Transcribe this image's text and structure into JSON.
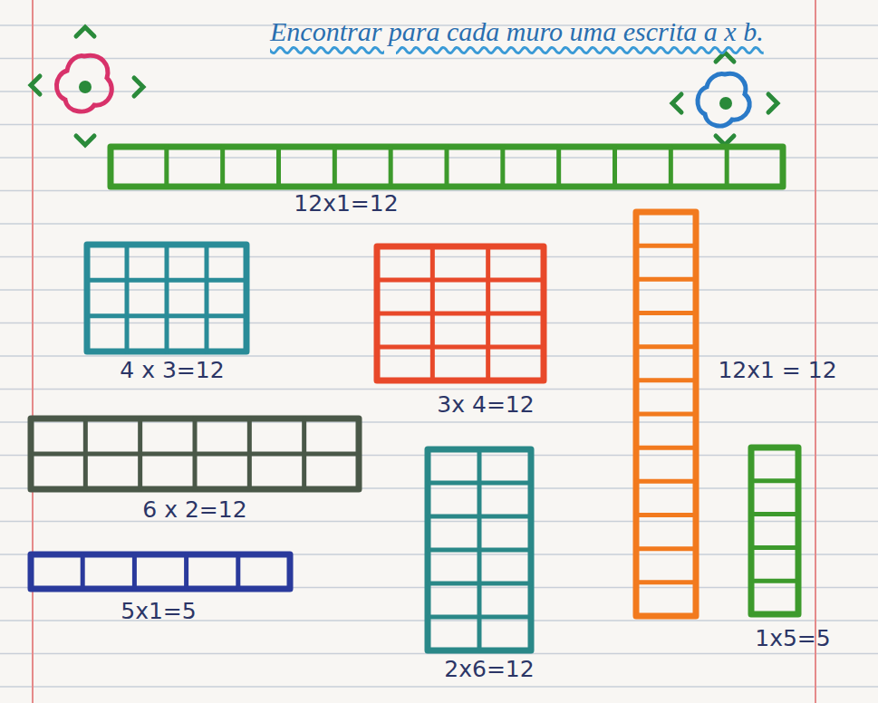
{
  "diagram": {
    "title": "Encontrar para cada muro uma escrita a x b.",
    "labels": [
      "12x1=12",
      "4 x 3=12",
      "3x 4=12",
      "12x1 = 12",
      "6 x 2=12",
      "5x1=5",
      "2x6=12",
      "1x5=5"
    ]
  }
}
